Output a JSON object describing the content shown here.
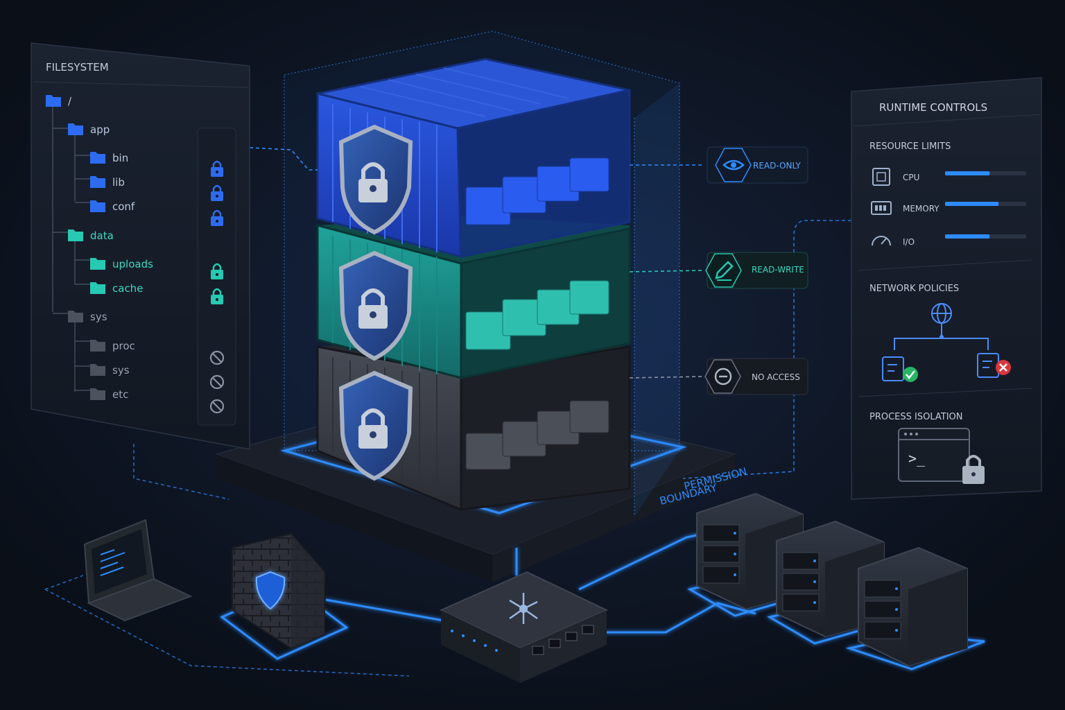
{
  "filesystem": {
    "title": "FILESYSTEM",
    "tree": [
      {
        "name": "/",
        "color": "blue"
      },
      {
        "name": "app",
        "color": "blue"
      },
      {
        "name": "bin",
        "color": "blue"
      },
      {
        "name": "lib",
        "color": "blue"
      },
      {
        "name": "conf",
        "color": "blue"
      },
      {
        "name": "data",
        "color": "teal"
      },
      {
        "name": "uploads",
        "color": "teal"
      },
      {
        "name": "cache",
        "color": "teal"
      },
      {
        "name": "sys",
        "color": "gray"
      },
      {
        "name": "proc",
        "color": "gray"
      },
      {
        "name": "sys",
        "color": "gray"
      },
      {
        "name": "etc",
        "color": "gray"
      }
    ]
  },
  "permissions": {
    "read_only": "READ-ONLY",
    "read_write": "READ-WRITE",
    "no_access": "NO ACCESS",
    "boundary_line1": "PERMISSION",
    "boundary_line2": "BOUNDARY"
  },
  "runtime": {
    "title": "RUNTIME CONTROLS",
    "resource_limits": "RESOURCE LIMITS",
    "resources": [
      {
        "label": "CPU",
        "level": 0.55,
        "icon": "cpu-icon"
      },
      {
        "label": "MEMORY",
        "level": 0.66,
        "icon": "memory-icon"
      },
      {
        "label": "I/O",
        "level": 0.55,
        "icon": "gauge-icon"
      }
    ],
    "network_policies": "NETWORK POLICIES",
    "process_isolation": "PROCESS ISOLATION",
    "terminal_prompt": ">_"
  },
  "colors": {
    "background": "#0b111b",
    "accent_blue": "#2d8cff",
    "teal": "#27c9b2",
    "container_blue": "#1f46c8",
    "container_teal": "#1b8a86",
    "container_gray": "#3a3e47",
    "allow_green": "#28b463",
    "deny_red": "#d9363e"
  }
}
